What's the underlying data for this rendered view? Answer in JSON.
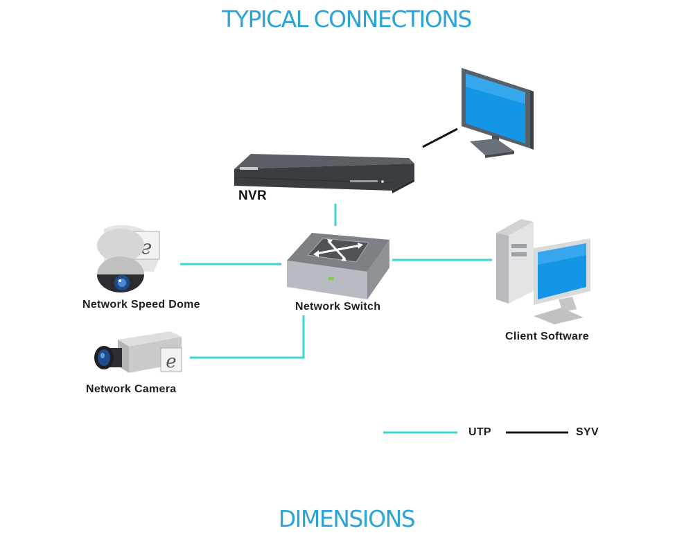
{
  "title": "TYPICAL CONNECTIONS",
  "footer_title": "DIMENSIONS",
  "colors": {
    "heading": "#2aa3d8",
    "utp_line": "#3ad6d2",
    "syv_line": "#111111"
  },
  "devices": {
    "nvr": {
      "label": "NVR",
      "icon": "nvr-recorder-icon"
    },
    "switch": {
      "label": "Network Switch",
      "icon": "network-switch-icon"
    },
    "speed_dome": {
      "label": "Network Speed Dome",
      "icon": "speed-dome-camera-icon"
    },
    "camera": {
      "label": "Network Camera",
      "icon": "box-camera-icon"
    },
    "client": {
      "label": "Client Software",
      "icon": "desktop-computer-icon"
    },
    "monitor": {
      "icon": "monitor-icon"
    }
  },
  "legend": {
    "utp_label": "UTP",
    "syv_label": "SYV"
  }
}
